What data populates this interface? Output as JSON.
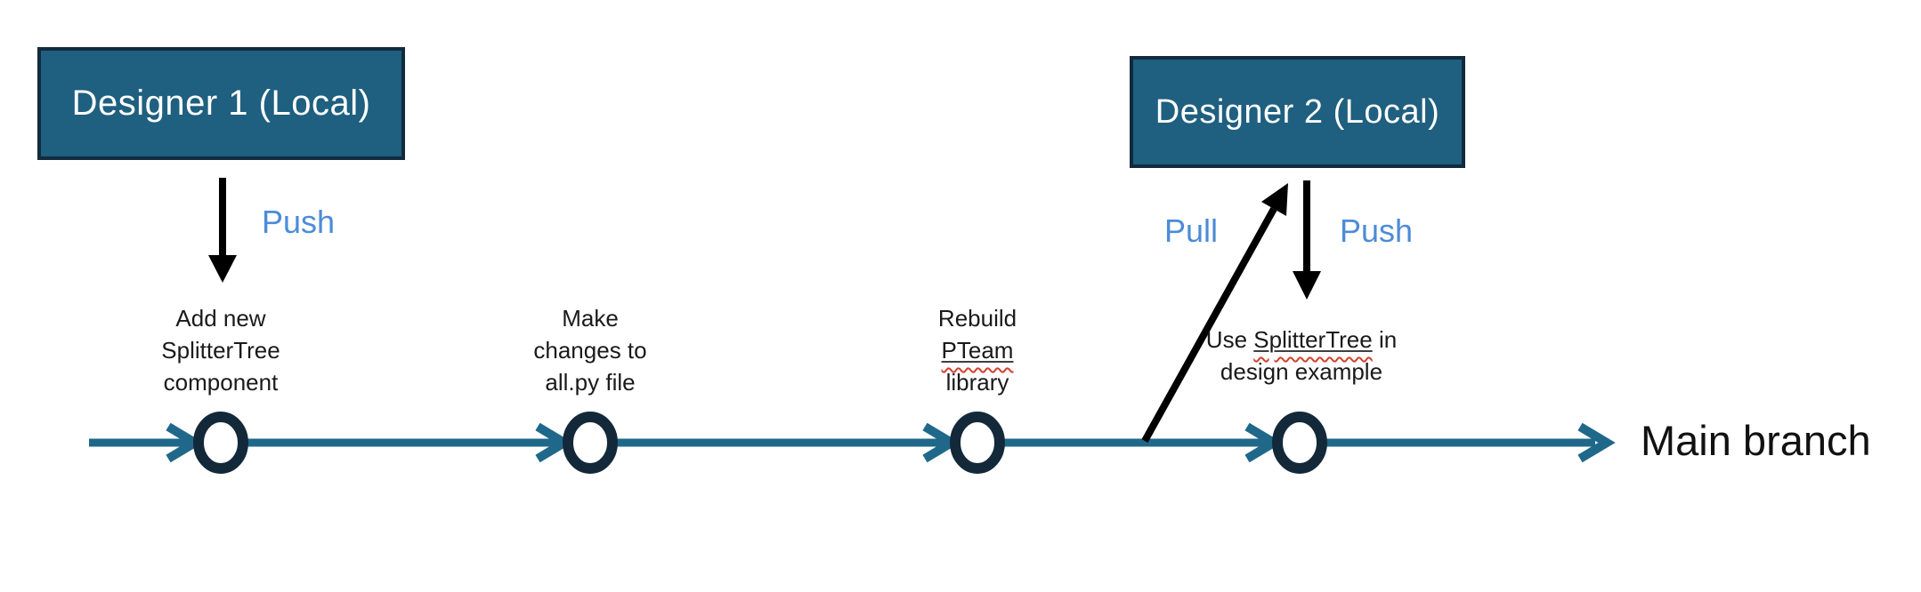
{
  "boxes": {
    "designer1": {
      "label": "Designer 1 (Local)"
    },
    "designer2": {
      "label": "Designer 2 (Local)"
    }
  },
  "actions": {
    "designer1_push": "Push",
    "designer2_pull": "Pull",
    "designer2_push": "Push"
  },
  "branch": {
    "label": "Main branch"
  },
  "commits": [
    {
      "line1": "Add new",
      "line2": "SplitterTree",
      "line3": "component"
    },
    {
      "line1": "Make",
      "line2": "changes to",
      "line3": "all.py file"
    },
    {
      "line1": "Rebuild",
      "line2": "PTeam",
      "line2_misspelled": true,
      "line3": "library"
    },
    {
      "line1_pre": "Use",
      "line1_word": "SplitterTree",
      "line1_word_misspelled": true,
      "line1_post": "in",
      "line2": "design example"
    }
  ],
  "colors": {
    "box_fill": "#1f5f7f",
    "box_border": "#122b3c",
    "box_text": "#ffffff",
    "branch_line": "#20688a",
    "node_ring": "#13293a",
    "action_label": "#4d8bd8",
    "arrow_black": "#000000",
    "label_text": "#1a1a1a",
    "underline": "#3f3f3f",
    "misspell_red": "#d2402e",
    "background": "#ffffff"
  }
}
